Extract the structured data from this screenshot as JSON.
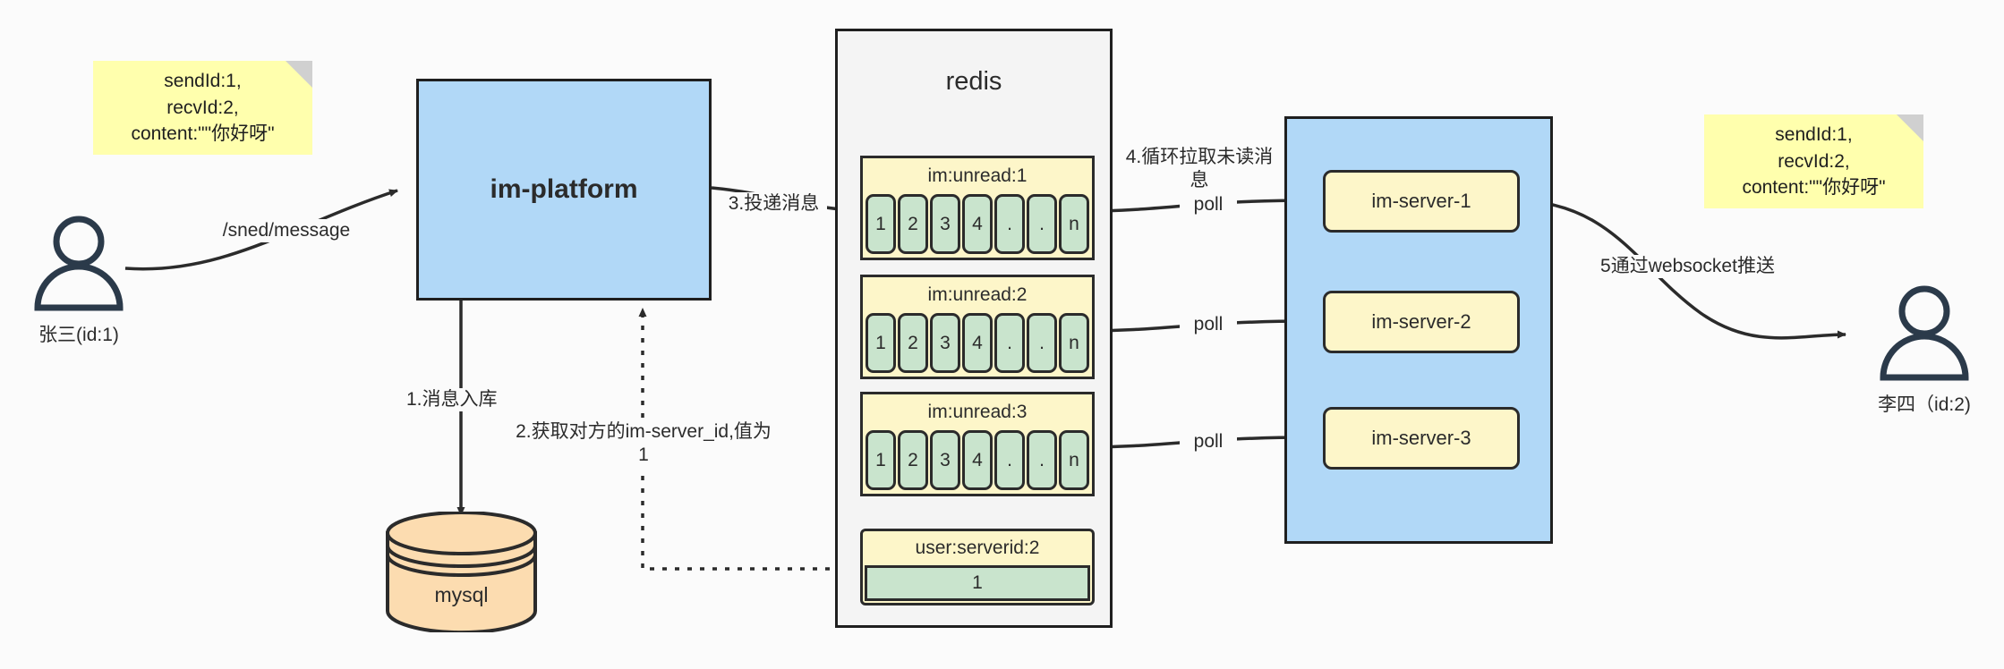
{
  "diagram": {
    "title": "IM message delivery architecture",
    "colors": {
      "background": "#fbfbfb",
      "blue_fill": "#b1d8f7",
      "yellow_note": "#ffffad",
      "yellow_key": "#fdf6c9",
      "green_cell": "#c9e4cd",
      "orange_db": "#fcdcb0",
      "stroke": "#2b2b2b",
      "actor_stroke": "#2b3a4a"
    }
  },
  "notes": {
    "left": {
      "text": "sendId:1,\nrecvId:2,\ncontent:\"\"你好呀\""
    },
    "right": {
      "text": "sendId:1,\nrecvId:2,\ncontent:\"\"你好呀\""
    }
  },
  "actors": {
    "sender": {
      "label": "张三(id:1)",
      "icon": "user-icon"
    },
    "receiver": {
      "label": "李四（id:2)",
      "icon": "user-icon"
    }
  },
  "platform": {
    "label": "im-platform"
  },
  "database": {
    "label": "mysql",
    "icon": "database-cylinder-icon"
  },
  "redis": {
    "title": "redis",
    "lists": [
      {
        "key": "im:unread:1",
        "cells": [
          "1",
          "2",
          "3",
          "4",
          ".",
          ".",
          "n"
        ]
      },
      {
        "key": "im:unread:2",
        "cells": [
          "1",
          "2",
          "3",
          "4",
          ".",
          ".",
          "n"
        ]
      },
      {
        "key": "im:unread:3",
        "cells": [
          "1",
          "2",
          "3",
          "4",
          ".",
          ".",
          "n"
        ]
      }
    ],
    "kv": {
      "key": "user:serverid:2",
      "value": "1"
    }
  },
  "servers": {
    "items": [
      {
        "label": "im-server-1"
      },
      {
        "label": "im-server-2"
      },
      {
        "label": "im-server-3"
      }
    ]
  },
  "edges": {
    "send_message": "/sned/message",
    "step1": "1.消息入库",
    "step2": "2.获取对方的im-server_id,值为1",
    "step3": "3.投递消息",
    "step4": "4.循环拉取未读消\n息",
    "poll1": "poll",
    "poll2": "poll",
    "poll3": "poll",
    "step5": "5通过websocket推送"
  }
}
